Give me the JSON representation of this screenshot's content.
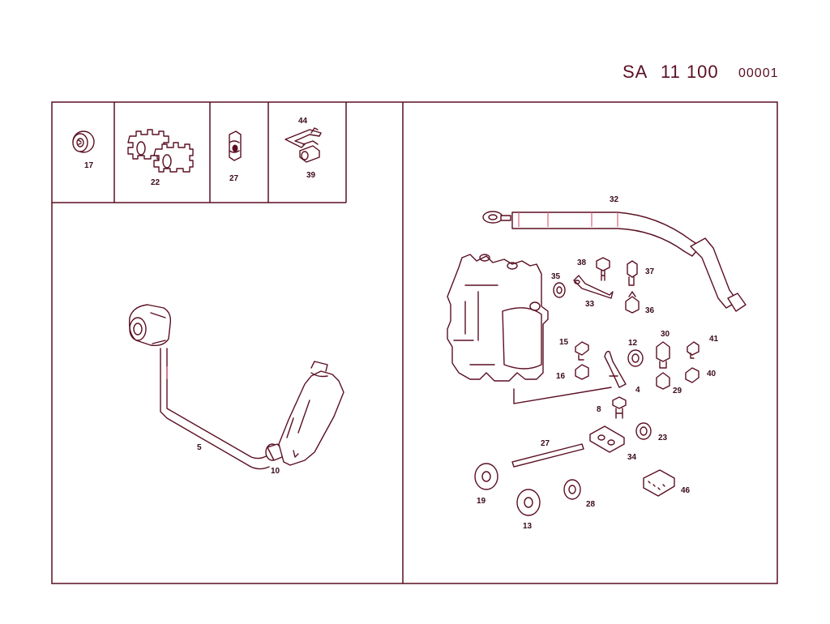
{
  "header": {
    "prefix": "SA",
    "number": "11 100",
    "sheet": "00001"
  },
  "callouts": {
    "p17": "17",
    "p22": "22",
    "p27a": "27",
    "p44": "44",
    "p39": "39",
    "p5": "5",
    "p10": "10",
    "p32": "32",
    "p38": "38",
    "p37": "37",
    "p35": "35",
    "p33": "33",
    "p36": "36",
    "p15": "15",
    "p12": "12",
    "p30": "30",
    "p41": "41",
    "p16": "16",
    "p4": "4",
    "p29": "29",
    "p40": "40",
    "p8": "8",
    "p27b": "27",
    "p23": "23",
    "p34": "34",
    "p19": "19",
    "p28": "28",
    "p46": "46",
    "p13": "13"
  }
}
